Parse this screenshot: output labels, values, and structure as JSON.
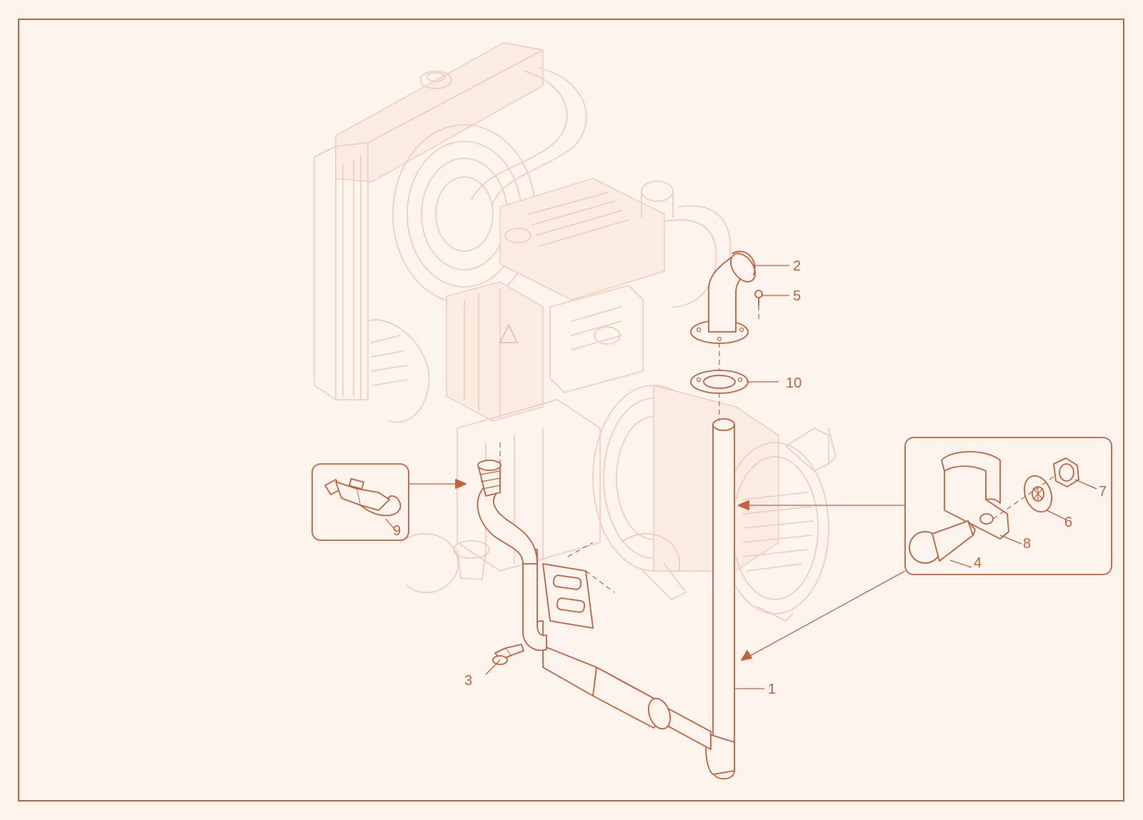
{
  "diagram": {
    "callouts": [
      {
        "id": "1",
        "label": "1"
      },
      {
        "id": "2",
        "label": "2"
      },
      {
        "id": "3",
        "label": "3"
      },
      {
        "id": "4",
        "label": "4"
      },
      {
        "id": "5",
        "label": "5"
      },
      {
        "id": "6",
        "label": "6"
      },
      {
        "id": "7",
        "label": "7"
      },
      {
        "id": "8",
        "label": "8"
      },
      {
        "id": "9",
        "label": "9"
      },
      {
        "id": "10",
        "label": "10"
      }
    ]
  },
  "colors": {
    "accent": "#c8603c",
    "background": "#fdf4ee",
    "ghost": "#f0cbb8"
  }
}
